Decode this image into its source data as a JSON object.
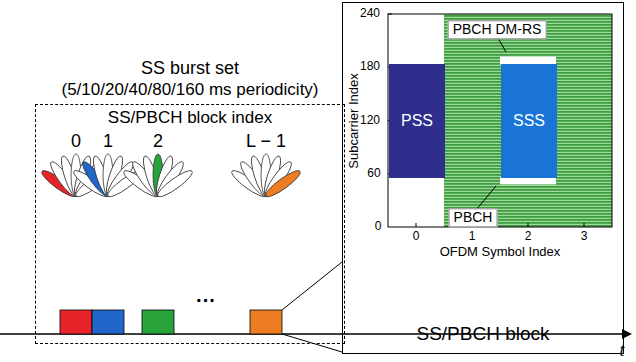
{
  "diagram": {
    "nodes": [
      {
        "text": [
          "SS burst set",
          "(5/10/20/40/80/160 ms periodicity)",
          "SS/PBCH block index"
        ]
      },
      {
        "text": [
          "SS/PBCH block"
        ]
      },
      {
        "text": [
          "PSS"
        ],
        "in": 1
      },
      {
        "text": [
          "SSS"
        ],
        "in": 1
      }
    ],
    "labels": [
      "0",
      "1",
      "2",
      "···",
      "L − 1",
      "t",
      "240",
      "180",
      "120",
      "60",
      "0",
      "0",
      "1",
      "2",
      "3",
      "Subcarrier Index",
      "OFDM Symbol Index",
      "PBCH DM-RS",
      "PBCH"
    ]
  }
}
